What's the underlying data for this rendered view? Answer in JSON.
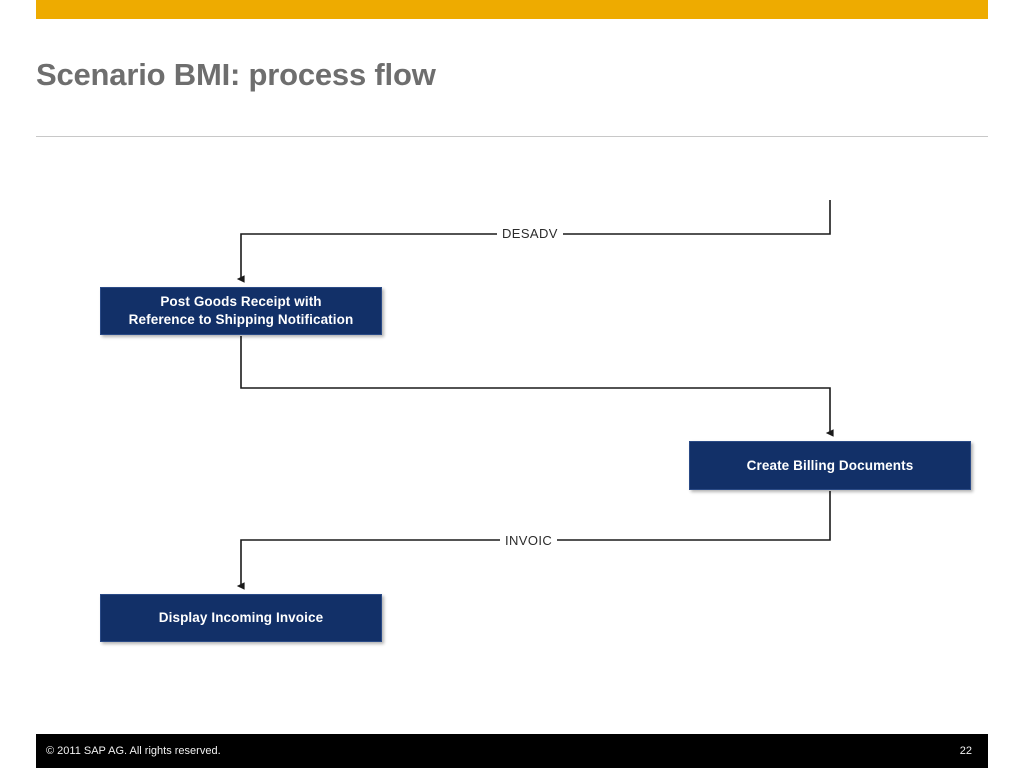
{
  "slide": {
    "title": "Scenario BMI: process flow",
    "accent_color": "#eeab00",
    "title_color": "#6e6e6e",
    "box_color": "#123068",
    "line_color": "#1a1a1a"
  },
  "diagram": {
    "type": "process-flow",
    "nodes": [
      {
        "id": "post-goods-receipt",
        "label_line1": "Post Goods Receipt with",
        "label_line2": "Reference to Shipping Notification"
      },
      {
        "id": "create-billing-documents",
        "label_line1": "Create Billing Documents"
      },
      {
        "id": "display-incoming-invoice",
        "label_line1": "Display Incoming Invoice"
      }
    ],
    "edges": [
      {
        "id": "edge-desadv",
        "label": "DESADV",
        "to": "post-goods-receipt"
      },
      {
        "id": "edge-goods-to-billing",
        "label": "",
        "from": "post-goods-receipt",
        "to": "create-billing-documents"
      },
      {
        "id": "edge-invoic",
        "label": "INVOIC",
        "from": "create-billing-documents",
        "to": "display-incoming-invoice"
      }
    ]
  },
  "footer": {
    "copyright": "©  2011 SAP AG. All rights reserved.",
    "page_number": "22"
  }
}
